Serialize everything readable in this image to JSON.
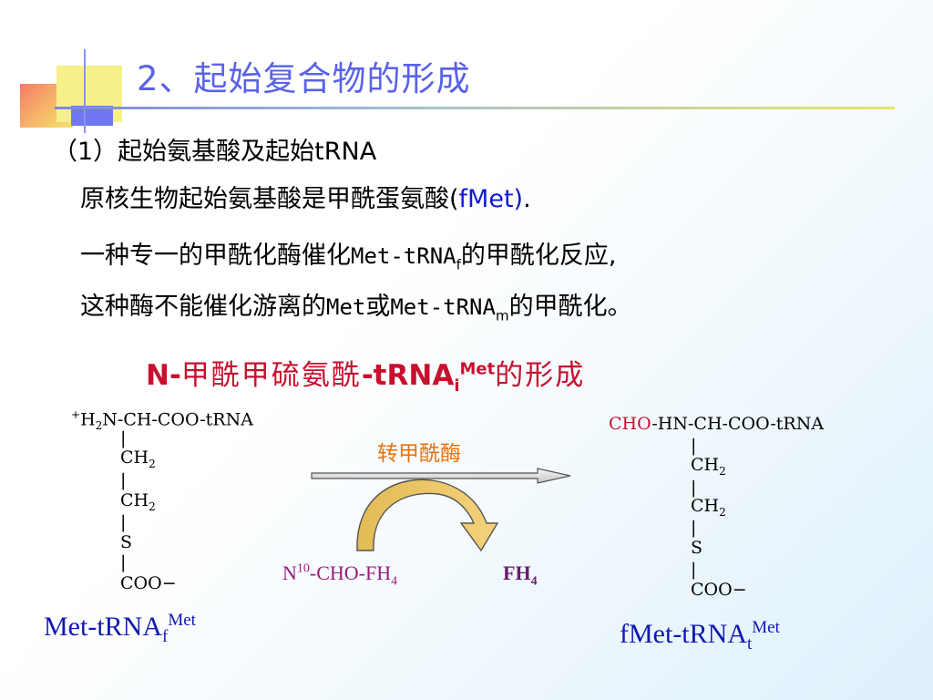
{
  "title": "2、起始复合物的形成",
  "content": {
    "line1": "（1）起始氨基酸及起始tRNA",
    "line2_prefix": "原核生物起始氨基酸是甲酰蛋氨酸(",
    "line2_code": "fMet)",
    "line2_suffix": ".",
    "line3_prefix": "一种专一的甲酰化酶催化",
    "line3_code": "Met-tRNA",
    "line3_sub": "f",
    "line3_suffix": "的甲酰化反应,",
    "line4_prefix": "这种酶不能催化游离的",
    "line4_code1": "Met",
    "line4_mid": "或",
    "line4_code2": "Met-tRNA",
    "line4_sub": "m",
    "line4_suffix": "的甲酰化。"
  },
  "reaction_title": {
    "prefix": "N-",
    "cjk": "甲酰甲硫氨酰",
    "mid": "-tRNA",
    "sub": "i",
    "sup": "Met",
    "suffix": "的形成"
  },
  "left_structure": {
    "plus": "+",
    "h": "H",
    "h_sub": "2",
    "chain": "N-CH-COO-tRNA",
    "bond": "|",
    "ch": "CH",
    "ch_sub": "2",
    "s": "S",
    "coo": "COO",
    "minus": "−"
  },
  "right_structure": {
    "cho": "CHO",
    "chain": "-HN-CH-COO-tRNA",
    "bond": "|",
    "ch": "CH",
    "ch_sub": "2",
    "s": "S",
    "coo": "COO",
    "minus": "−"
  },
  "enzyme": "转甲酰酶",
  "donor": {
    "n": "N",
    "sup": "10",
    "rest": "-CHO-FH",
    "sub": "4"
  },
  "product": {
    "text": "FH",
    "sub": "4"
  },
  "label_left": {
    "text": "Met-tRNA",
    "sub": "f",
    "sup": "Met"
  },
  "label_right": {
    "text": "fMet-tRNA",
    "sub": "t",
    "sup": "Met"
  },
  "colors": {
    "title": "#5a62e8",
    "red": "#c8102e",
    "orange": "#e8720c",
    "blue": "#1018d8"
  }
}
